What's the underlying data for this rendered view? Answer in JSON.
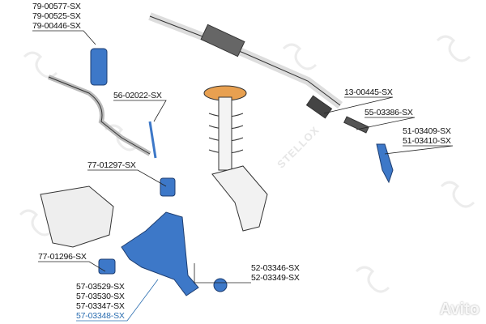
{
  "watermark": "STELLOX",
  "avito_watermark": "Avito",
  "labels": {
    "stabilizer_bushing": [
      "79-00577-SX",
      "79-00525-SX",
      "79-00446-SX"
    ],
    "stabilizer_link": "56-02022-SX",
    "steering_rack": "13-00445-SX",
    "tie_rod": "55-03386-SX",
    "tie_rod_end": [
      "51-03409-SX",
      "51-03410-SX"
    ],
    "arm_rear_bushing": "77-01297-SX",
    "arm_front_bushing": "77-01296-SX",
    "ball_joint": [
      "52-03346-SX",
      "52-03349-SX"
    ],
    "control_arm": [
      "57-03529-SX",
      "57-03530-SX",
      "57-03347-SX",
      "57-03348-SX"
    ]
  },
  "colors": {
    "part": "#3d78c8",
    "highlight_label": "#2a6db0",
    "line": "#222222"
  }
}
